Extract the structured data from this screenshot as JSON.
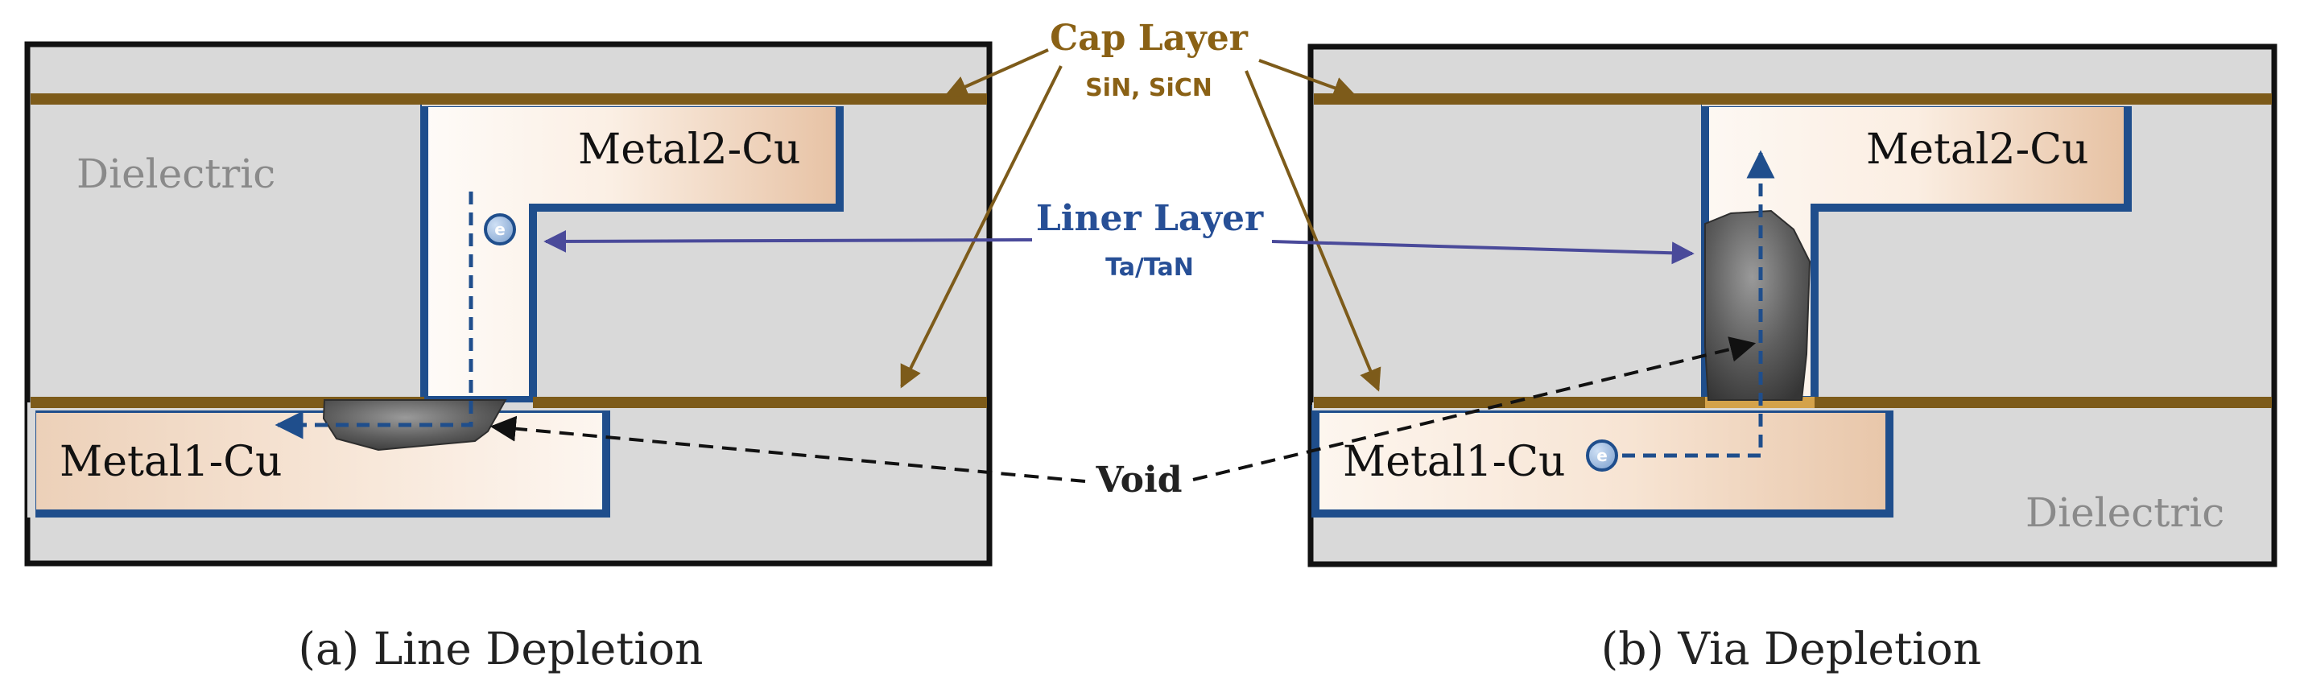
{
  "panels": [
    {
      "caption": "(a) Line Depletion",
      "metal_upper": "Metal2-Cu",
      "metal_lower": "Metal1-Cu",
      "dielectric": "Dielectric",
      "electron": "e"
    },
    {
      "caption": "(b) Via Depletion",
      "metal_upper": "Metal2-Cu",
      "metal_lower": "Metal1-Cu",
      "dielectric": "Dielectric",
      "electron": "e"
    }
  ],
  "callouts": {
    "cap_layer": {
      "title": "Cap Layer",
      "subtitle": "SiN, SiCN"
    },
    "liner_layer": {
      "title": "Liner Layer",
      "subtitle": "Ta/TaN"
    },
    "void": {
      "title": "Void"
    }
  },
  "colors": {
    "dielectric": "#d9d9d9",
    "frame": "#111111",
    "cap": "#7d5b1a",
    "liner": "#1f4e8c",
    "copper_light": "#fdf5ee",
    "copper_dark": "#e9c4a6",
    "cap_label": "#8a6115",
    "liner_label": "#274f96",
    "dielectric_label": "#8a8a8a",
    "void_fill": "#5c5c5c",
    "arrow": "#4a4a9a"
  }
}
